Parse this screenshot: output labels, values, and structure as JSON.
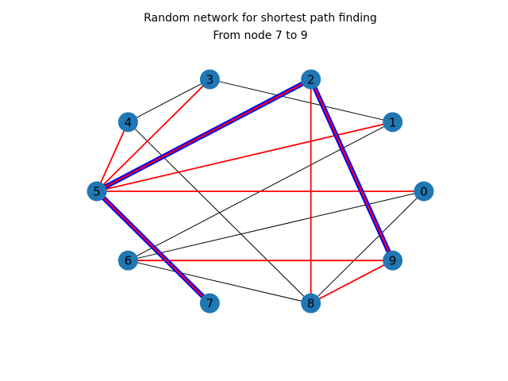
{
  "figure": {
    "title_line1": "Random network for shortest path finding",
    "title_line2": "From node 7 to 9"
  },
  "graph": {
    "nodes": [
      "0",
      "1",
      "2",
      "3",
      "4",
      "5",
      "6",
      "7",
      "8",
      "9"
    ],
    "edges": [
      {
        "source": "3",
        "target": "1",
        "style": "black"
      },
      {
        "source": "3",
        "target": "4",
        "style": "black"
      },
      {
        "source": "4",
        "target": "8",
        "style": "black"
      },
      {
        "source": "1",
        "target": "6",
        "style": "black"
      },
      {
        "source": "0",
        "target": "6",
        "style": "black"
      },
      {
        "source": "0",
        "target": "8",
        "style": "black"
      },
      {
        "source": "6",
        "target": "8",
        "style": "black"
      },
      {
        "source": "5",
        "target": "3",
        "style": "red"
      },
      {
        "source": "5",
        "target": "4",
        "style": "red"
      },
      {
        "source": "5",
        "target": "1",
        "style": "red"
      },
      {
        "source": "5",
        "target": "0",
        "style": "red"
      },
      {
        "source": "2",
        "target": "8",
        "style": "red"
      },
      {
        "source": "6",
        "target": "9",
        "style": "red"
      },
      {
        "source": "8",
        "target": "9",
        "style": "red"
      },
      {
        "source": "7",
        "target": "5",
        "style": "path"
      },
      {
        "source": "5",
        "target": "2",
        "style": "path"
      },
      {
        "source": "2",
        "target": "9",
        "style": "path"
      }
    ],
    "shortest_path": [
      "7",
      "5",
      "2",
      "9"
    ]
  },
  "colors": {
    "node_fill": "#1f77b4",
    "edge_default": "#000000",
    "edge_highlight": "#ff0000",
    "path_outer": "#0000ff",
    "path_inner": "#ff0000",
    "label": "#000000"
  }
}
